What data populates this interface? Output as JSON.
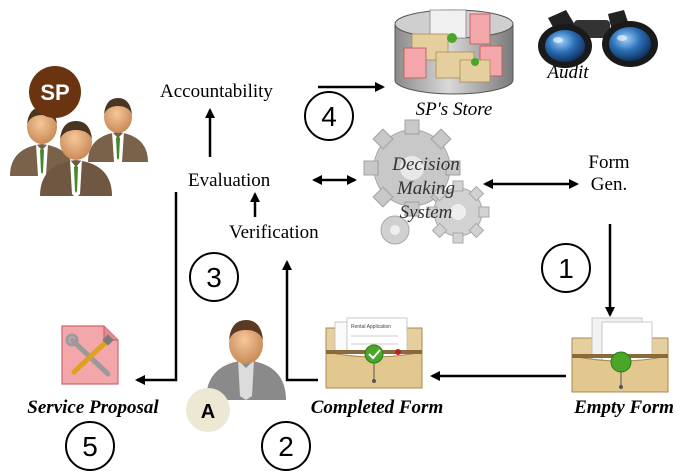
{
  "labels": {
    "accountability": "Accountability",
    "sp_store": "SP's Store",
    "audit": "Audit",
    "evaluation": "Evaluation",
    "verification": "Verification",
    "decision_line1": "Decision",
    "decision_line2": "Making",
    "decision_line3": "System",
    "form_gen_line1": "Form",
    "form_gen_line2": "Gen.",
    "service_proposal": "Service Proposal",
    "completed_form": "Completed Form",
    "empty_form": "Empty Form",
    "rental_application": "Rental Application"
  },
  "steps": [
    "1",
    "2",
    "3",
    "4",
    "5"
  ],
  "badges": {
    "sp": "SP",
    "applicant": "A"
  },
  "icons": {
    "group": "business-group-icon",
    "applicant": "person-icon",
    "store": "database-icon",
    "audit": "binoculars-icon",
    "decision": "gears-icon",
    "proposal": "tools-document-icon",
    "completed": "folder-with-form-icon",
    "empty": "sealed-envelope-icon"
  },
  "colors": {
    "sp_badge": "#6b3410",
    "pink_doc": "#f4a7ab",
    "folder": "#e6cf9f",
    "seal": "#4aa629",
    "gear": "#c8c8c8",
    "suit": "#6f5741",
    "tie": "#3f8a2a"
  }
}
